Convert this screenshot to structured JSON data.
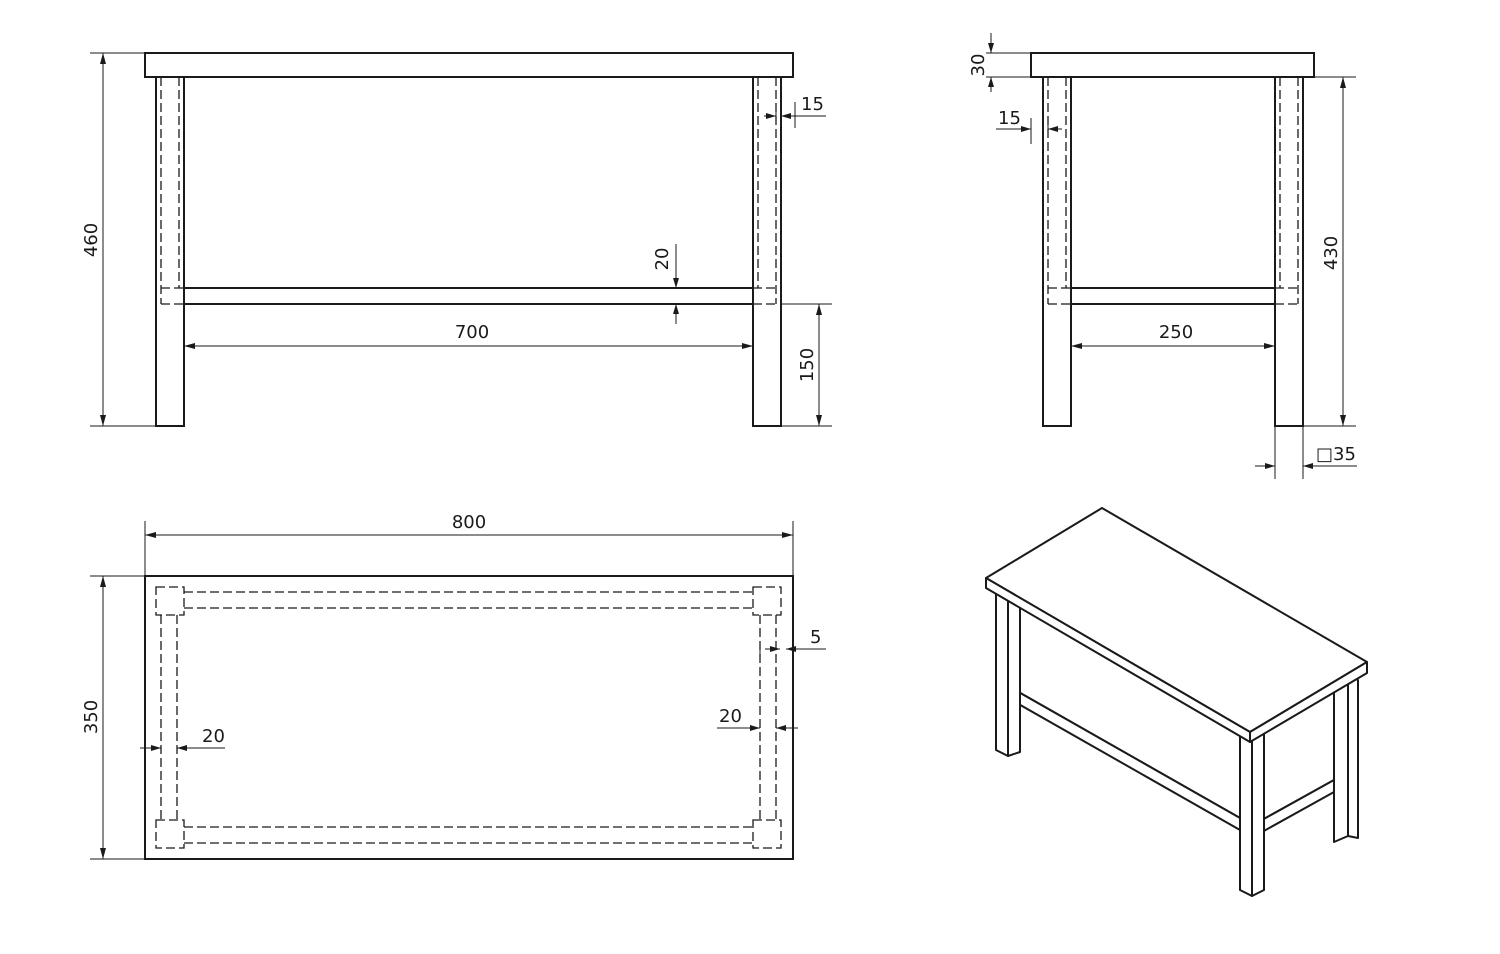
{
  "front_view": {
    "overall_height": "460",
    "leg_inset": "15",
    "rail_height": "20",
    "inner_width": "700",
    "clearance": "150"
  },
  "side_view": {
    "top_thickness": "30",
    "leg_inset": "15",
    "leg_height": "430",
    "inner_depth": "250",
    "leg_section": "□35"
  },
  "top_view": {
    "overall_width": "800",
    "overall_depth": "350",
    "rail_offset": "5",
    "rail_width_right": "20",
    "rail_width_left": "20"
  }
}
